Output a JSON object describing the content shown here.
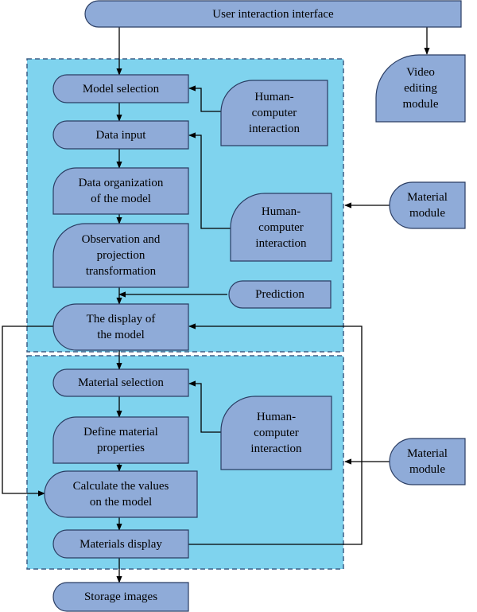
{
  "diagram": {
    "top_bar": "User interaction interface",
    "video_module": "Video\nediting\nmodule",
    "model": {
      "selection": "Model selection",
      "data_input": "Data input",
      "data_organization": "Data organization\nof the model",
      "observation": "Observation and\nprojection\ntransformation",
      "display": "The display of\nthe model"
    },
    "hci_1": "Human-\ncomputer\ninteraction",
    "hci_2": "Human-\ncomputer\ninteraction",
    "prediction": "Prediction",
    "material_module_1": "Material\nmodule",
    "material": {
      "selection": "Material selection",
      "define": "Define material\nproperties",
      "calculate": "Calculate the values\non the model",
      "display": "Materials display"
    },
    "hci_3": "Human-\ncomputer\ninteraction",
    "material_module_2": "Material\nmodule",
    "storage": "Storage images"
  },
  "colors": {
    "region_fill": "#7fd3ee",
    "node_fill": "#8fabd8",
    "node_stroke": "#2a3d63"
  }
}
